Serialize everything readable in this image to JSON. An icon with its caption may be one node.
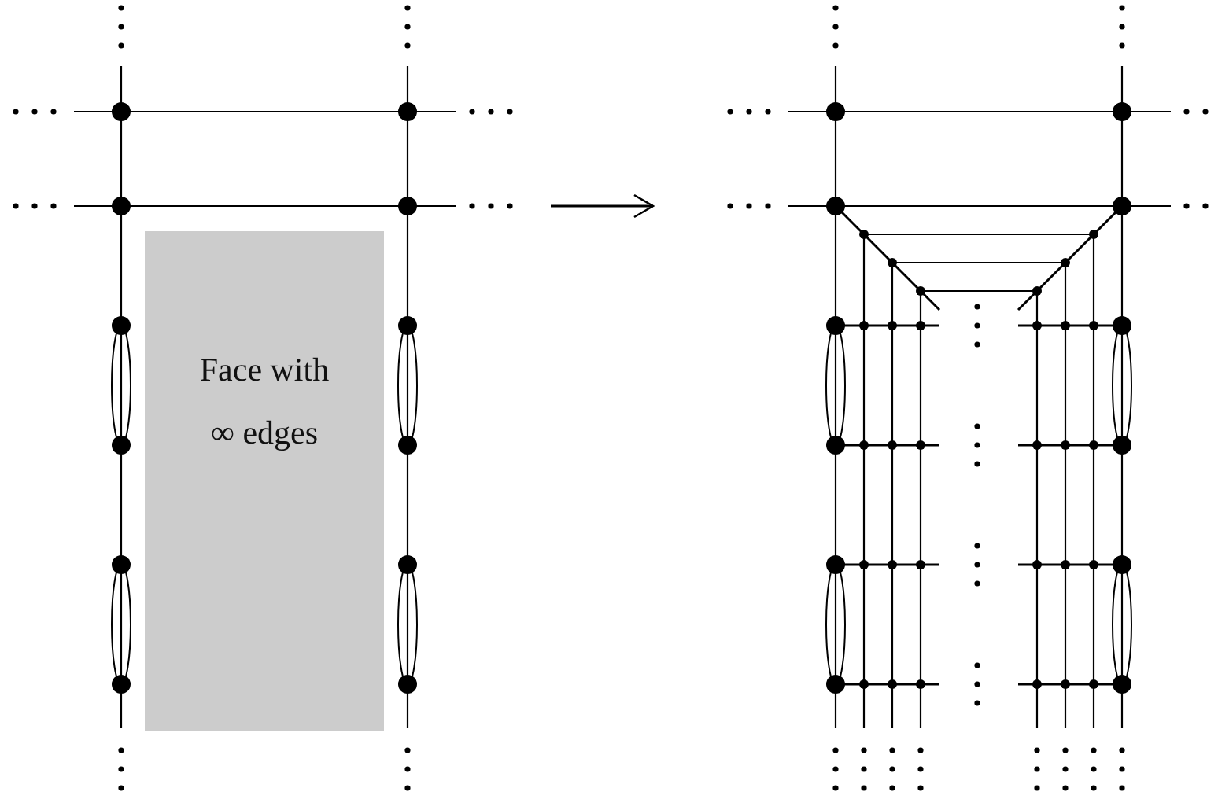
{
  "diagram": {
    "nodes": [
      {
        "text": [],
        "shape": "graph"
      },
      {
        "text": [
          "Face with ∞ edges"
        ],
        "in": 0
      },
      {
        "text": [],
        "shape": "graph"
      }
    ],
    "edges": [
      {
        "from": 0,
        "to": 2,
        "arrow": "to"
      }
    ]
  }
}
